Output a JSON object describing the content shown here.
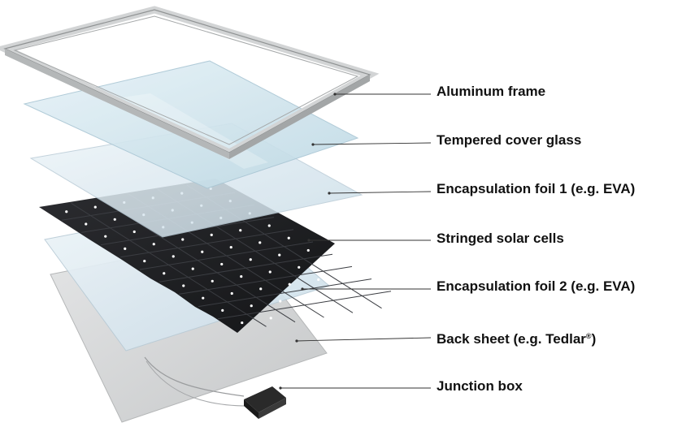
{
  "labels": {
    "frame": "Aluminum frame",
    "glass": "Tempered cover glass",
    "eva1": "Encapsulation foil 1 (e.g. EVA)",
    "cells": "Stringed solar cells",
    "eva2": "Encapsulation foil 2 (e.g. EVA)",
    "back_sheet_main": "Back sheet (e.g. Tedlar",
    "back_sheet_mark": "®",
    "back_sheet_close": ")",
    "junction": "Junction box"
  },
  "colors": {
    "frame": "#c9cbcc",
    "glass": "#cfe4ee",
    "foil": "#dbe8f0",
    "cells": "#1e1f22",
    "back_sheet": "#d6d7d8",
    "junction_box": "#2a2a2a",
    "leader": "#333333"
  }
}
